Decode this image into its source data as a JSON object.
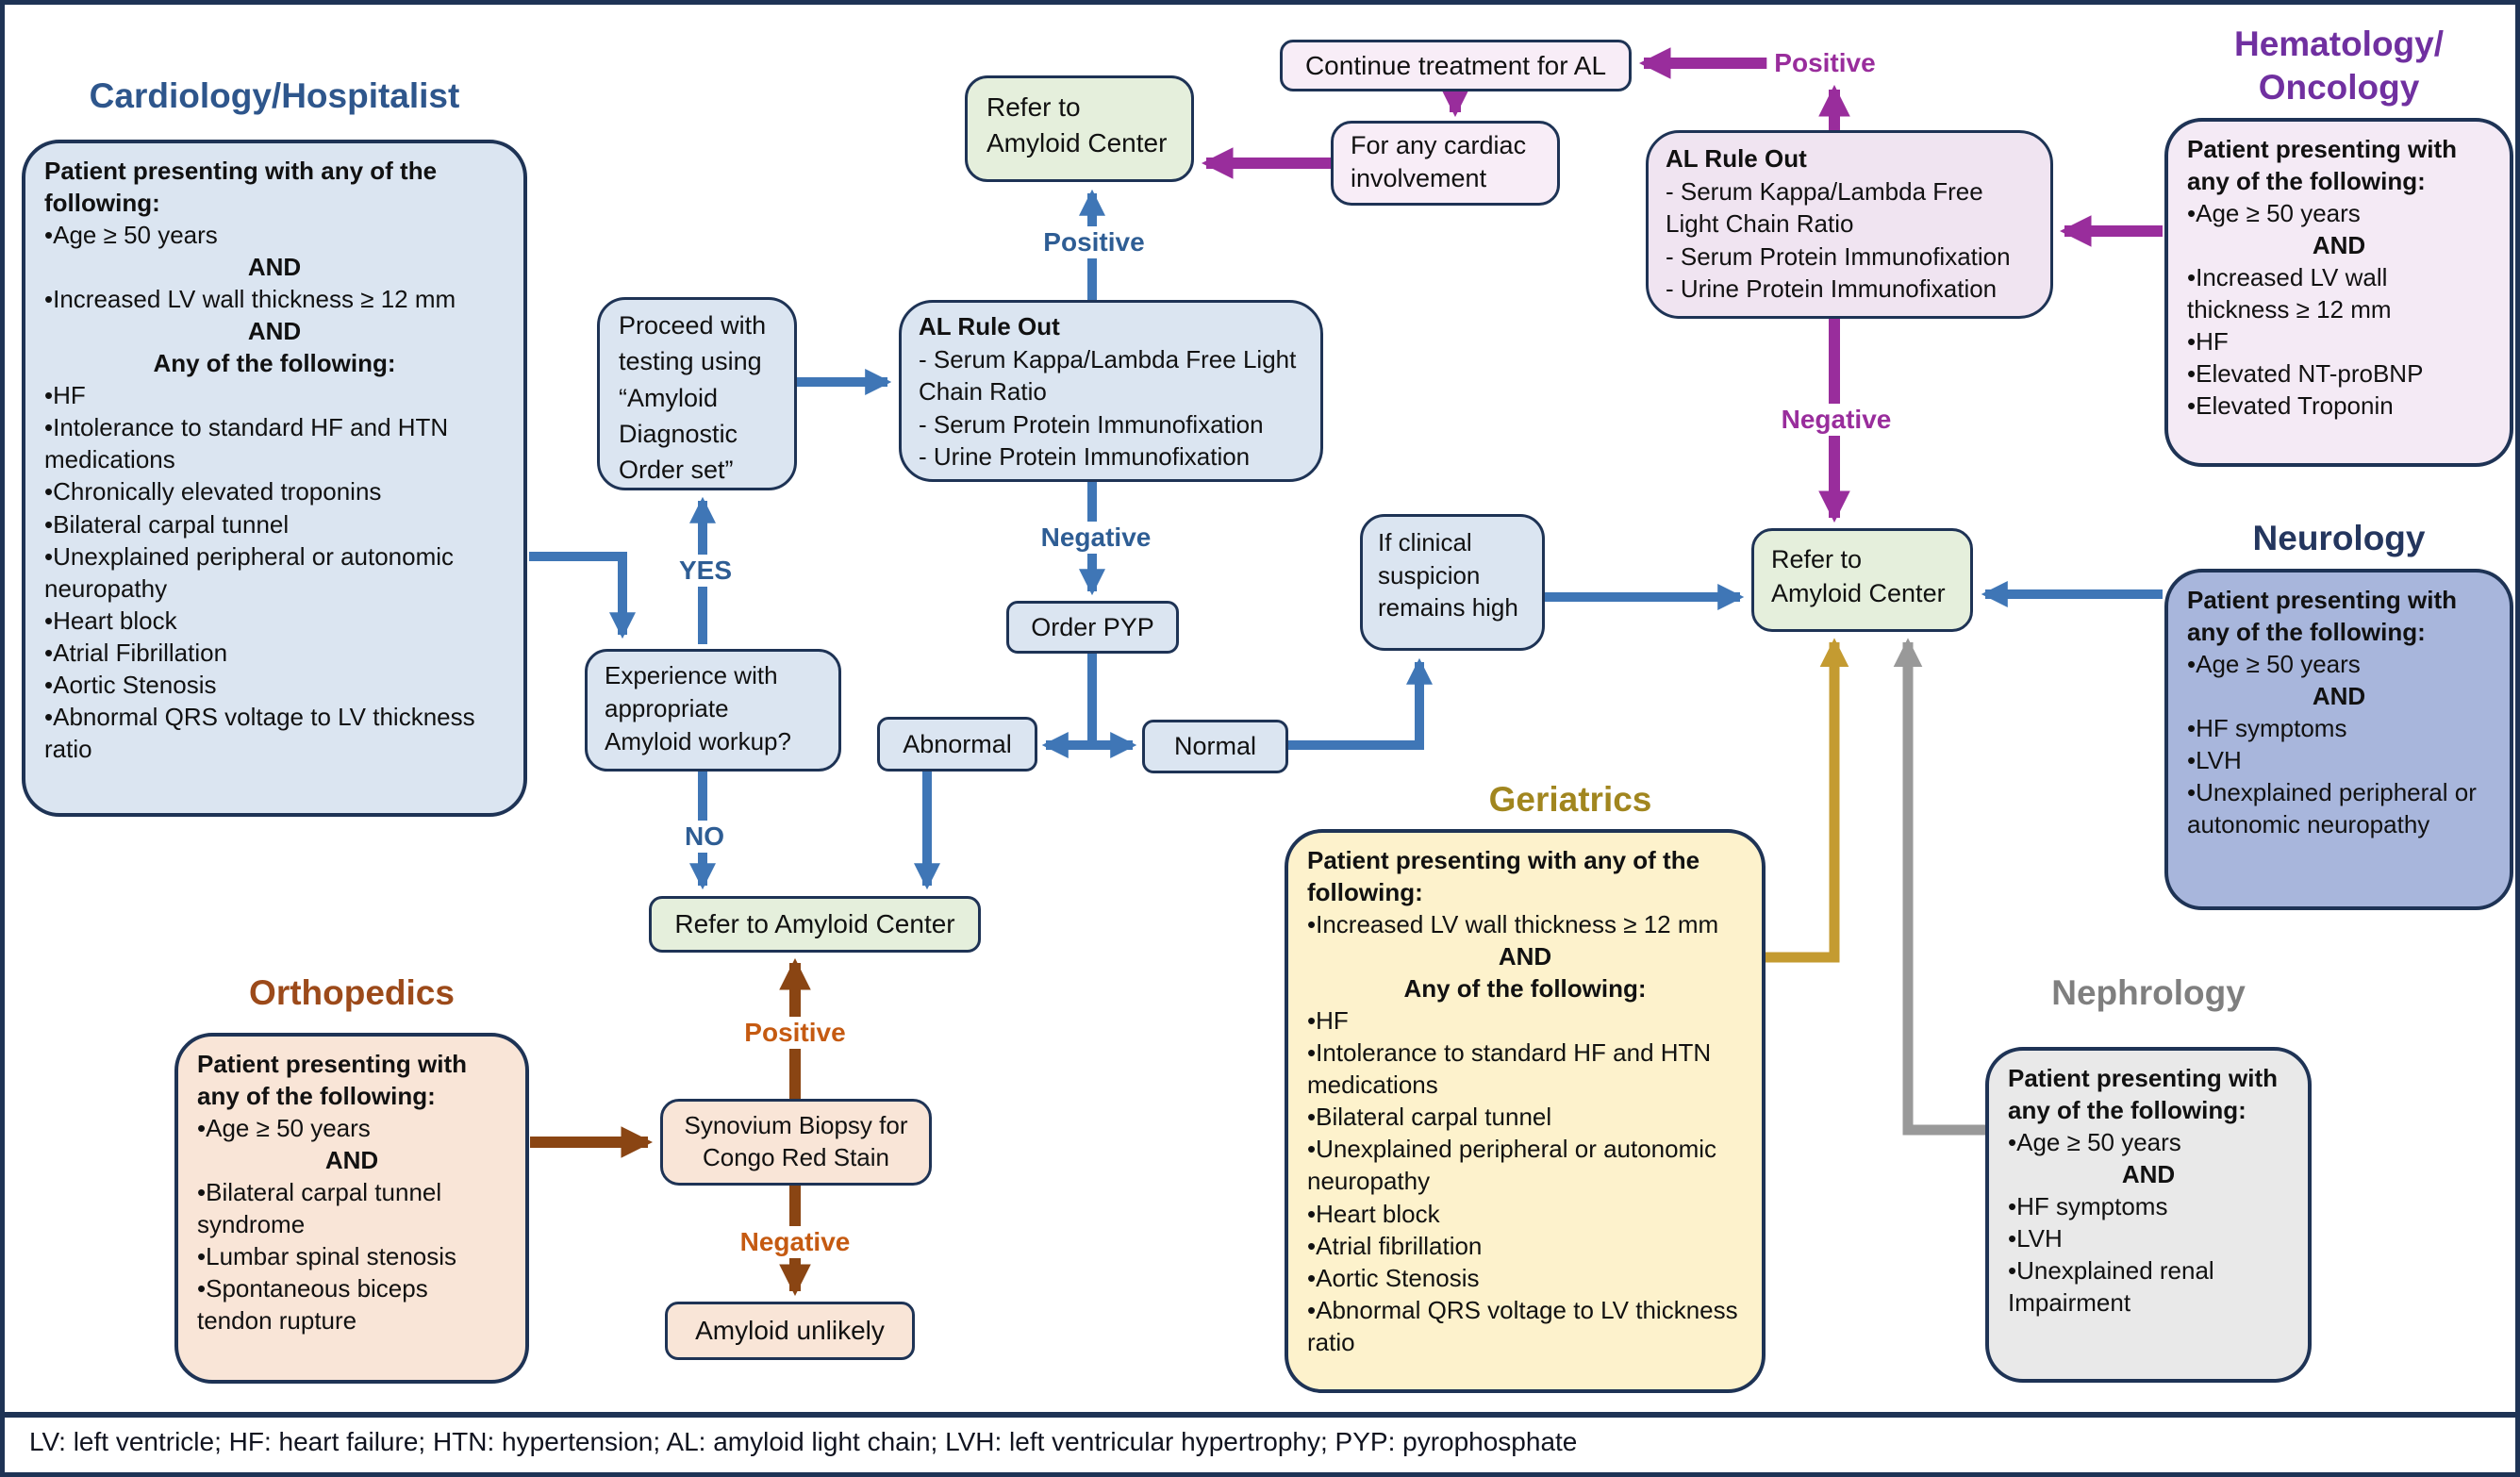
{
  "colors": {
    "border_navy": "#1e3355",
    "arrow_blue": "#3f76b6",
    "arrow_purple": "#992d9c",
    "arrow_brown": "#8a4513",
    "arrow_gold": "#c49b31",
    "arrow_gray": "#999999",
    "fill_light_blue": "#dbe5f1",
    "fill_green": "#e5efdc",
    "fill_pink": "#f8edf7",
    "fill_light_purple": "#f0e4f1",
    "fill_periwinkle": "#a8b6dc",
    "fill_yellow": "#fdf2cc",
    "fill_peach": "#f9e5d7",
    "fill_gray": "#e9e9e9",
    "title_cardiology": "#2e568c",
    "title_hematology": "#7030a0",
    "title_neurology": "#24365e",
    "title_geriatrics": "#a1861f",
    "title_orthopedics": "#9c4a1a",
    "title_nephrology": "#7f7f7f"
  },
  "panels": {
    "cardiology": {
      "title": "Cardiology/Hospitalist",
      "lines": [
        {
          "t": "Patient presenting with any of the following:",
          "s": "b"
        },
        {
          "t": "•Age ≥ 50 years",
          "s": "p"
        },
        {
          "t": "AND",
          "s": "bc"
        },
        {
          "t": "•Increased LV wall thickness ≥ 12 mm",
          "s": "p"
        },
        {
          "t": "AND",
          "s": "bc"
        },
        {
          "t": "Any of the following:",
          "s": "bc"
        },
        {
          "t": "•HF",
          "s": "p"
        },
        {
          "t": "•Intolerance to standard HF and HTN medications",
          "s": "p"
        },
        {
          "t": "•Chronically elevated troponins",
          "s": "p"
        },
        {
          "t": "•Bilateral carpal tunnel",
          "s": "p"
        },
        {
          "t": "•Unexplained peripheral or autonomic neuropathy",
          "s": "p"
        },
        {
          "t": "•Heart block",
          "s": "p"
        },
        {
          "t": "•Atrial Fibrillation",
          "s": "p"
        },
        {
          "t": "•Aortic Stenosis",
          "s": "p"
        },
        {
          "t": "•Abnormal QRS voltage to LV thickness ratio",
          "s": "p"
        }
      ]
    },
    "hematology": {
      "title_line1": "Hematology/",
      "title_line2": "Oncology",
      "lines": [
        {
          "t": "Patient presenting with any of the following:",
          "s": "b"
        },
        {
          "t": "•Age ≥ 50 years",
          "s": "p"
        },
        {
          "t": "AND",
          "s": "bc"
        },
        {
          "t": "•Increased LV wall thickness ≥ 12 mm",
          "s": "p"
        },
        {
          "t": "•HF",
          "s": "p"
        },
        {
          "t": "•Elevated NT-proBNP",
          "s": "p"
        },
        {
          "t": "•Elevated Troponin",
          "s": "p"
        }
      ]
    },
    "neurology": {
      "title": "Neurology",
      "lines": [
        {
          "t": "Patient presenting with any of the following:",
          "s": "b"
        },
        {
          "t": "•Age ≥ 50 years",
          "s": "p"
        },
        {
          "t": "AND",
          "s": "bc"
        },
        {
          "t": "•HF symptoms",
          "s": "p"
        },
        {
          "t": "•LVH",
          "s": "p"
        },
        {
          "t": "•Unexplained peripheral or autonomic neuropathy",
          "s": "p"
        }
      ]
    },
    "geriatrics": {
      "title": "Geriatrics",
      "lines": [
        {
          "t": "Patient presenting with any of the following:",
          "s": "b"
        },
        {
          "t": "•Increased LV wall thickness ≥ 12 mm",
          "s": "p"
        },
        {
          "t": "AND",
          "s": "bc"
        },
        {
          "t": "Any of the following:",
          "s": "bc"
        },
        {
          "t": "•HF",
          "s": "p"
        },
        {
          "t": "•Intolerance to standard HF and HTN medications",
          "s": "p"
        },
        {
          "t": "•Bilateral carpal tunnel",
          "s": "p"
        },
        {
          "t": "•Unexplained peripheral or autonomic neuropathy",
          "s": "p"
        },
        {
          "t": "•Heart block",
          "s": "p"
        },
        {
          "t": "•Atrial fibrillation",
          "s": "p"
        },
        {
          "t": "•Aortic Stenosis",
          "s": "p"
        },
        {
          "t": "•Abnormal QRS voltage to LV thickness ratio",
          "s": "p"
        }
      ]
    },
    "orthopedics": {
      "title": "Orthopedics",
      "lines": [
        {
          "t": "Patient presenting with any of the following:",
          "s": "b"
        },
        {
          "t": "•Age ≥ 50 years",
          "s": "p"
        },
        {
          "t": "AND",
          "s": "bc"
        },
        {
          "t": "•Bilateral carpal tunnel syndrome",
          "s": "p"
        },
        {
          "t": "•Lumbar spinal stenosis",
          "s": "p"
        },
        {
          "t": "•Spontaneous biceps tendon rupture",
          "s": "p"
        }
      ]
    },
    "nephrology": {
      "title": "Nephrology",
      "lines": [
        {
          "t": "Patient presenting with any of the following:",
          "s": "b"
        },
        {
          "t": "•Age ≥ 50 years",
          "s": "p"
        },
        {
          "t": "AND",
          "s": "bc"
        },
        {
          "t": "•HF symptoms",
          "s": "p"
        },
        {
          "t": "•LVH",
          "s": "p"
        },
        {
          "t": "•Unexplained renal Impairment",
          "s": "p"
        }
      ]
    }
  },
  "nodes": {
    "proceed": "Proceed with\ntesting using\n“Amyloid\nDiagnostic\nOrder set”",
    "al_ruleout_lines": [
      {
        "t": "AL Rule Out",
        "s": "b"
      },
      {
        "t": "- Serum Kappa/Lambda Free Light Chain Ratio",
        "s": "p"
      },
      {
        "t": "- Serum Protein Immunofixation",
        "s": "p"
      },
      {
        "t": "- Urine Protein Immunofixation",
        "s": "p"
      }
    ],
    "experience": "Experience with\nappropriate\nAmyloid workup?",
    "refer_two_line": "Refer to\nAmyloid Center",
    "refer_one_line": "Refer to Amyloid Center",
    "continue_al": "Continue treatment for AL",
    "for_cardiac": "For any cardiac\ninvolvement",
    "order_pyp": "Order PYP",
    "abnormal": "Abnormal",
    "normal": "Normal",
    "if_clinical": "If clinical\nsuspicion\nremains high",
    "synovium": "Synovium Biopsy for\nCongo Red Stain",
    "amyloid_unlikely": "Amyloid unlikely"
  },
  "labels": {
    "yes": "YES",
    "no": "NO",
    "positive": "Positive",
    "negative": "Negative"
  },
  "legend": "LV: left ventricle; HF: heart failure; HTN: hypertension; AL: amyloid light chain; LVH: left ventricular hypertrophy; PYP: pyrophosphate"
}
